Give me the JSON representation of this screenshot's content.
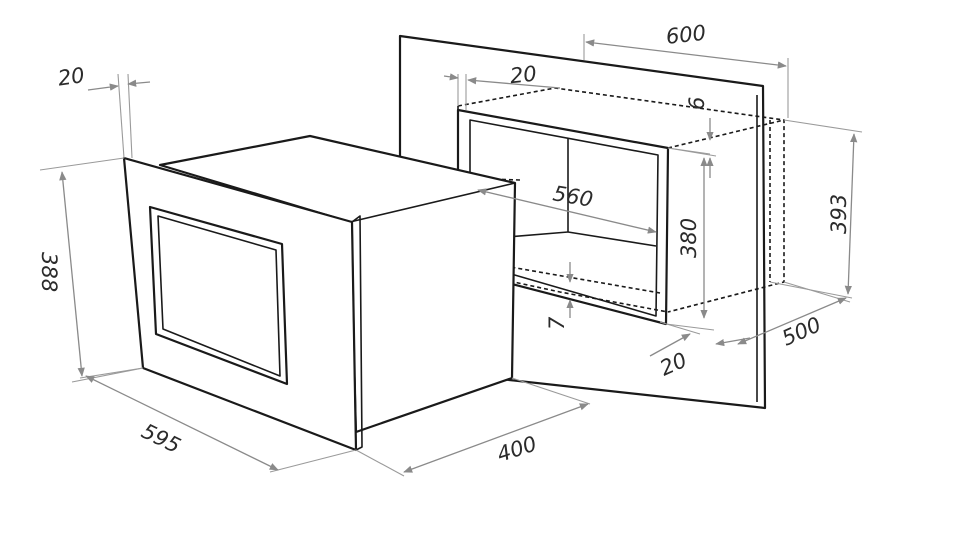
{
  "diagram": {
    "dimensions": {
      "oven_frame_depth": "20",
      "oven_height": "388",
      "oven_width": "595",
      "oven_depth": "400",
      "niche_offset_top": "20",
      "cabinet_width": "600",
      "niche_gap": "6",
      "niche_width": "560",
      "niche_height": "380",
      "cabinet_height": "393",
      "niche_bottom_gap": "7",
      "cabinet_front_offset": "20",
      "cabinet_depth": "500"
    }
  }
}
